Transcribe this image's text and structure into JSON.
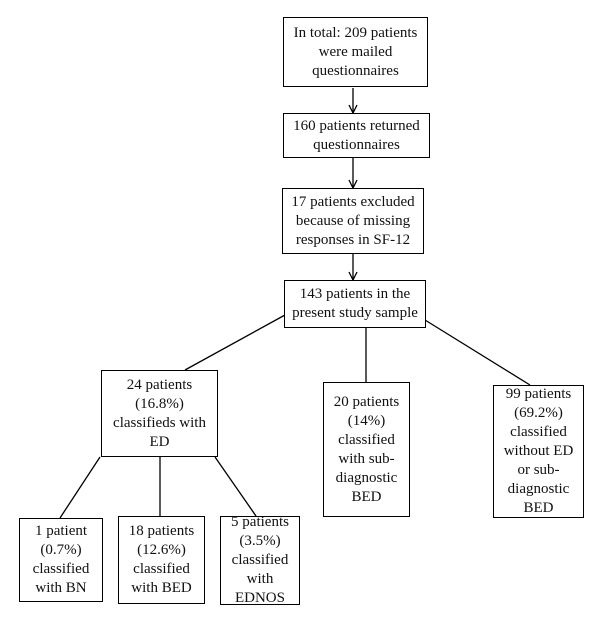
{
  "nodes": {
    "mailed": [
      "In total: 209 patients",
      "were mailed",
      "questionnaires"
    ],
    "returned": [
      "160 patients returned",
      "questionnaires"
    ],
    "excluded": [
      "17 patients excluded",
      "because of missing",
      "responses in SF-12"
    ],
    "sample": [
      "143 patients in the",
      "present study sample"
    ],
    "ed": [
      "24 patients",
      "(16.8%)",
      "classifieds with",
      "ED"
    ],
    "subdiag": [
      "20 patients",
      "(14%)",
      "classified",
      "with sub-",
      "diagnostic",
      "BED"
    ],
    "without": [
      "99 patients",
      "(69.2%)",
      "classified",
      "without ED",
      "or sub-",
      "diagnostic",
      "BED"
    ],
    "bn": [
      "1 patient",
      "(0.7%)",
      "classified",
      "with BN"
    ],
    "bed": [
      "18 patients",
      "(12.6%)",
      "classified",
      "with BED"
    ],
    "ednos": [
      "5 patients",
      "(3.5%)",
      "classified",
      "with",
      "EDNOS"
    ]
  }
}
